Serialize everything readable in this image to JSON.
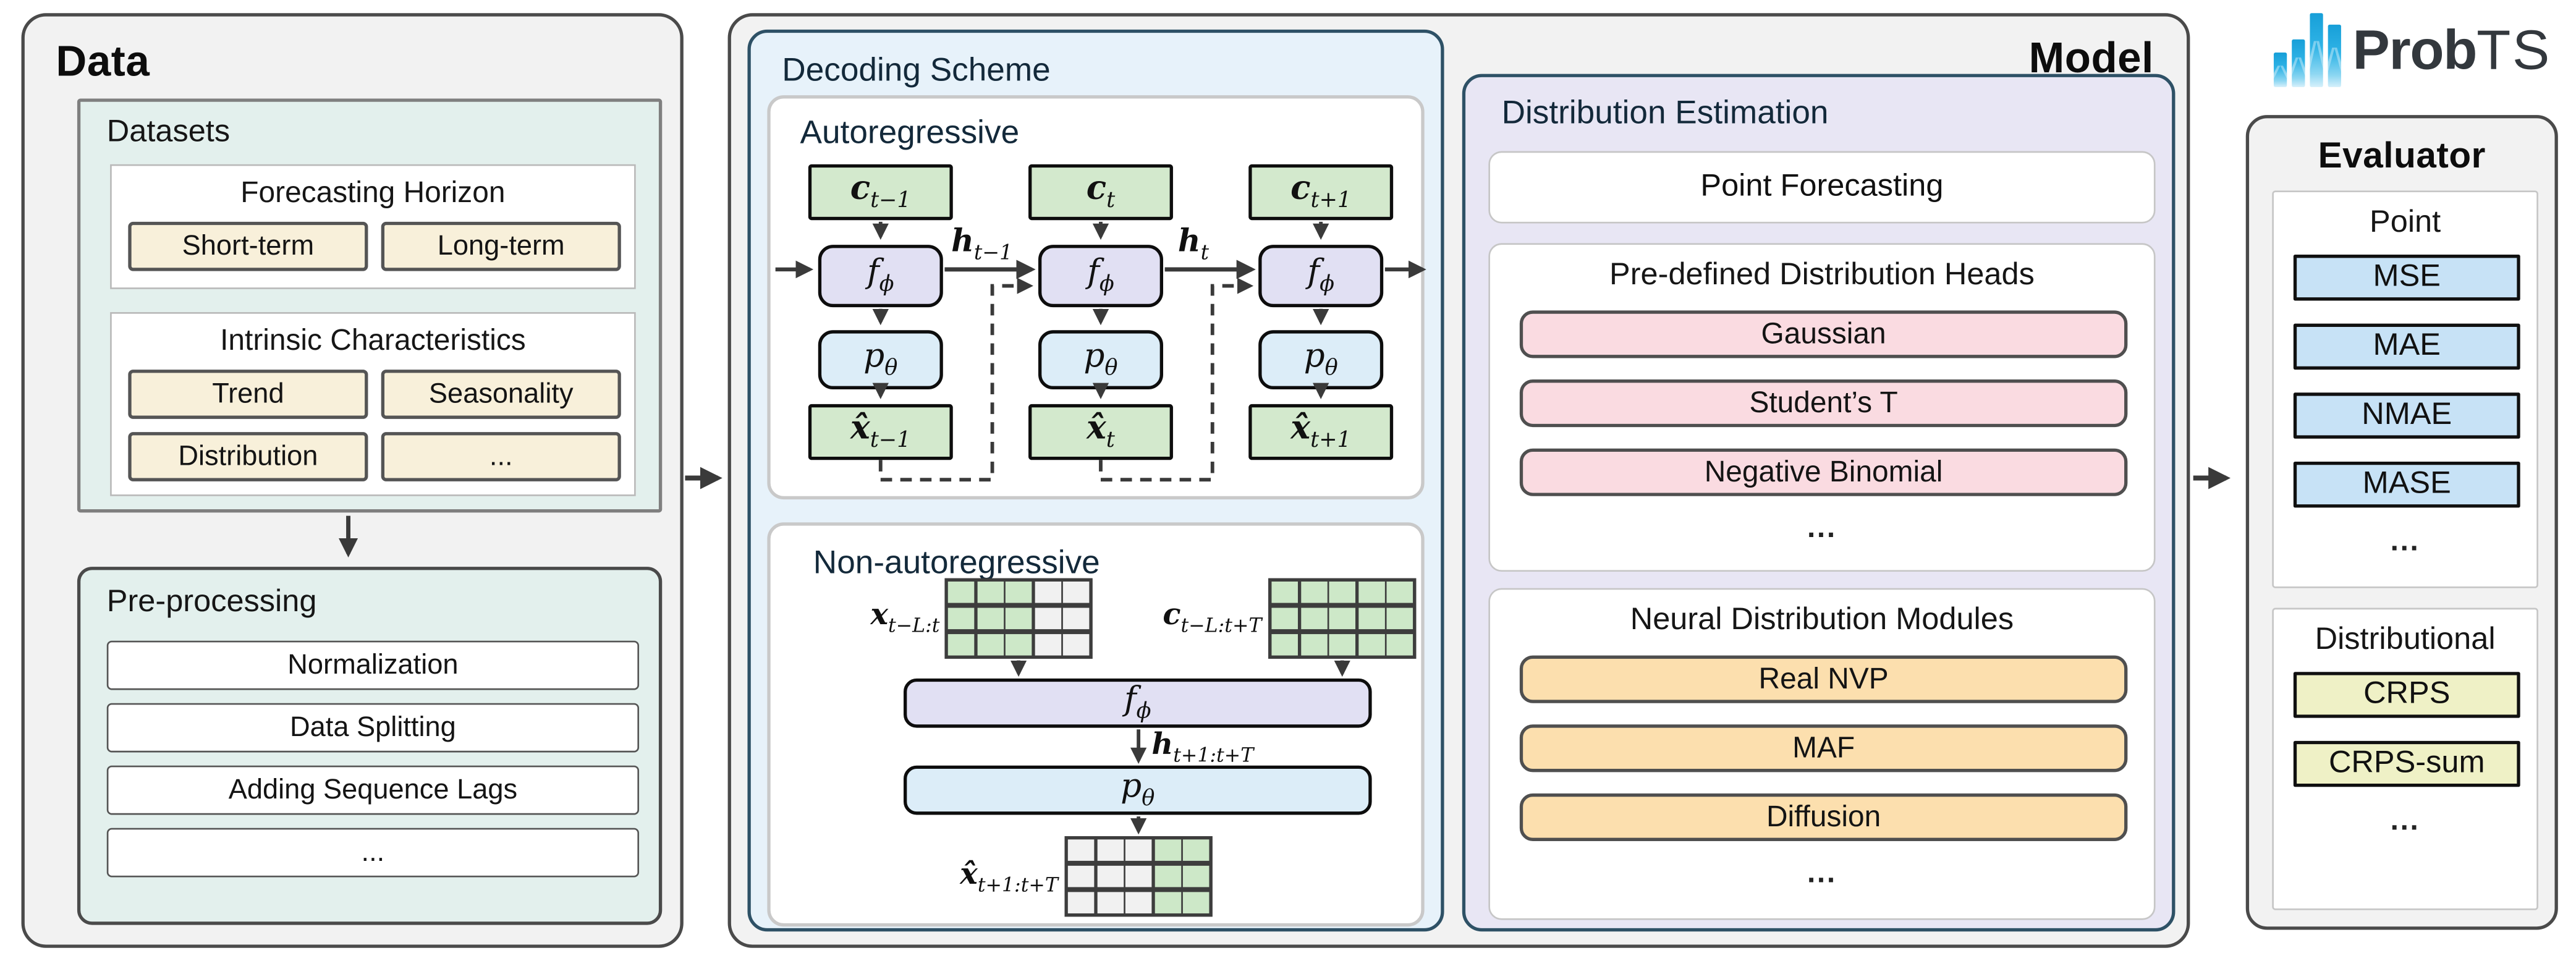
{
  "data_panel": {
    "title": "Data",
    "datasets": {
      "title": "Datasets",
      "forecasting_horizon": {
        "title": "Forecasting Horizon",
        "items": [
          "Short-term",
          "Long-term"
        ]
      },
      "intrinsic": {
        "title": "Intrinsic Characteristics",
        "items": [
          "Trend",
          "Seasonality",
          "Distribution",
          "..."
        ]
      }
    },
    "preprocessing": {
      "title": "Pre-processing",
      "items": [
        "Normalization",
        "Data Splitting",
        "Adding Sequence Lags",
        "..."
      ]
    }
  },
  "model_panel": {
    "title": "Model",
    "decoding": {
      "title": "Decoding Scheme",
      "autoregressive": {
        "title": "Autoregressive",
        "columns": [
          {
            "c": {
              "base": "c",
              "sub": "t−1"
            },
            "f": {
              "base": "f",
              "sub": "ϕ"
            },
            "p": {
              "base": "p",
              "sub": "θ"
            },
            "x": {
              "base": "x̂",
              "sub": "t−1"
            }
          },
          {
            "c": {
              "base": "c",
              "sub": "t"
            },
            "f": {
              "base": "f",
              "sub": "ϕ"
            },
            "p": {
              "base": "p",
              "sub": "θ"
            },
            "x": {
              "base": "x̂",
              "sub": "t"
            }
          },
          {
            "c": {
              "base": "c",
              "sub": "t+1"
            },
            "f": {
              "base": "f",
              "sub": "ϕ"
            },
            "p": {
              "base": "p",
              "sub": "θ"
            },
            "x": {
              "base": "x̂",
              "sub": "t+1"
            }
          }
        ],
        "h_labels": [
          {
            "base": "h",
            "sub": "t−1"
          },
          {
            "base": "h",
            "sub": "t"
          }
        ]
      },
      "nonautoregressive": {
        "title": "Non-autoregressive",
        "x_in": {
          "base": "x",
          "sub": "t−L:t"
        },
        "c_in": {
          "base": "c",
          "sub": "t−L:t+T"
        },
        "f": {
          "base": "f",
          "sub": "ϕ"
        },
        "h": {
          "base": "h",
          "sub": "t+1:t+T"
        },
        "p": {
          "base": "p",
          "sub": "θ"
        },
        "x_out": {
          "base": "x̂",
          "sub": "t+1:t+T"
        },
        "grids": {
          "x_in": [
            "green",
            "green",
            "green",
            "gray",
            "gray"
          ],
          "c_in": [
            "green",
            "green",
            "green",
            "green",
            "green"
          ],
          "x_out": [
            "gray",
            "gray",
            "gray",
            "green",
            "green"
          ]
        }
      }
    },
    "distribution": {
      "title": "Distribution Estimation",
      "point_forecasting": "Point Forecasting",
      "predefined": {
        "title": "Pre-defined Distribution Heads",
        "items": [
          "Gaussian",
          "Student’s T",
          "Negative Binomial"
        ],
        "more": "..."
      },
      "neural": {
        "title": "Neural Distribution Modules",
        "items": [
          "Real NVP",
          "MAF",
          "Diffusion"
        ],
        "more": "..."
      }
    }
  },
  "logo": {
    "prob": "Prob",
    "ts": "TS",
    "icon": "bar-chart-logo-icon"
  },
  "evaluator": {
    "title": "Evaluator",
    "point": {
      "title": "Point",
      "items": [
        "MSE",
        "MAE",
        "NMAE",
        "MASE"
      ],
      "more": "..."
    },
    "distributional": {
      "title": "Distributional",
      "items": [
        "CRPS",
        "CRPS-sum"
      ],
      "more": "..."
    }
  },
  "colors": {
    "panel_gray": "#f2f2f2",
    "panel_border": "#4a4a4a",
    "mint": "#e3f0ed",
    "decoding_bg": "#e7f2fa",
    "distribution_bg": "#e8e6f4",
    "teal_border": "#2e5166",
    "context_green": "#d3e9cd",
    "f_purple": "#e1e0f3",
    "p_blue": "#dcedf8",
    "head_pink": "#fadbe1",
    "module_orange": "#fcdfae",
    "metric_blue": "#c7e2f6",
    "crps_yellow": "#eff1c6",
    "tan": "#f8f0da",
    "logo_blue": "#29b0e3",
    "arrow": "#3a3a3a"
  }
}
